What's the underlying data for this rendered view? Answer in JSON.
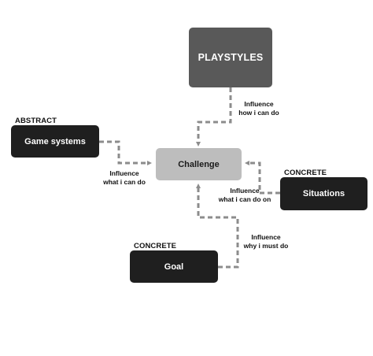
{
  "nodes": {
    "playstyles": {
      "label": "PLAYSTYLES"
    },
    "game_systems": {
      "label": "Game systems",
      "category": "ABSTRACT"
    },
    "challenge": {
      "label": "Challenge"
    },
    "situations": {
      "label": "Situations",
      "category": "CONCRETE"
    },
    "goal": {
      "label": "Goal",
      "category": "CONCRETE"
    }
  },
  "edges": {
    "playstyles_to_challenge": {
      "line1": "Influence",
      "line2": "how i can do"
    },
    "game_systems_to_challenge": {
      "line1": "Influence",
      "line2": "what i can do"
    },
    "situations_to_challenge": {
      "line1": "Influence",
      "line2": "what i can do on"
    },
    "goal_to_challenge": {
      "line1": "Influence",
      "line2": "why i must do"
    }
  },
  "colors": {
    "dark_box": "#1f1f1f",
    "playstyles_box": "#595959",
    "challenge_box": "#bdbdbd",
    "connector": "#8c8c8c"
  }
}
